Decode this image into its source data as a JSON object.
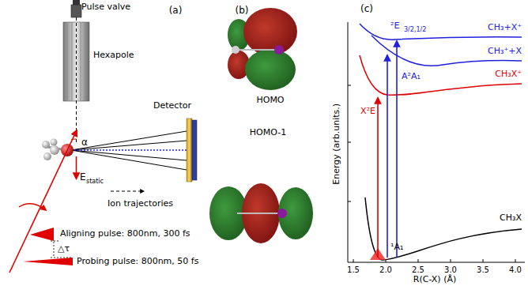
{
  "diagram": {
    "labels": [
      "Pulse valve",
      "(a)",
      "Hexapole",
      "(b)",
      "HOMO",
      "Detector",
      "α",
      "E",
      "static",
      "Ion trajectories",
      "Aligning pulse: 800nm, 300 fs",
      "△τ",
      "Probing pulse: 800nm, 50 fs",
      "HOMO-1",
      "(c)",
      "²E",
      "3/2,1/2",
      "A²A₁",
      "X²E",
      "CH₃+X⁺",
      "CH₃⁺+X",
      "CH₃X⁺",
      "¹A₁",
      "CH₃X",
      "Energy (arb.units.)",
      "1.5",
      "2.0",
      "2.5",
      "3.0",
      "3.5",
      "4.0",
      "R(C-X) (Å)"
    ]
  }
}
